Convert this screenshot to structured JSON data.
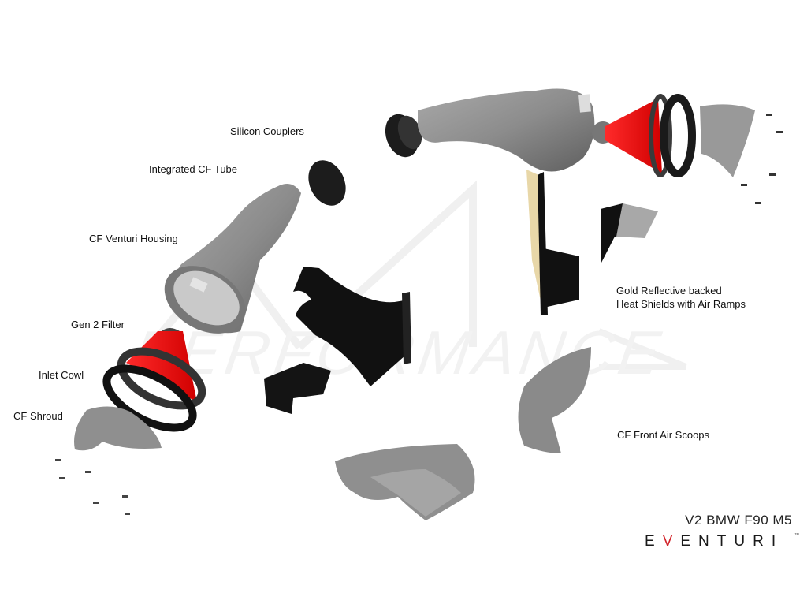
{
  "diagram": {
    "title": "V2 BMW F90 M5",
    "brand": {
      "prefix": "E",
      "accent_letter": "V",
      "suffix": "ENTURI",
      "trademark": "™",
      "accent_color": "#d2232a"
    },
    "watermark": {
      "text": "PERFORMANCE",
      "logo": "M-chevron-logo"
    },
    "labels": {
      "silicon_couplers": "Silicon Couplers",
      "integrated_cf_tube": "Integrated CF Tube",
      "cf_venturi_housing": "CF Venturi Housing",
      "gen2_filter": "Gen 2 Filter",
      "inlet_cowl": "Inlet Cowl",
      "cf_shroud": "CF Shroud",
      "heat_shields_line1": "Gold Reflective backed",
      "heat_shields_line2": "Heat Shields with Air Ramps",
      "cf_front_air_scoops": "CF Front Air Scoops"
    },
    "colors": {
      "filter_red": "#ff1a1a",
      "carbon_grey": "#8a8a8a",
      "rubber_black": "#1a1a1a",
      "gold_reflective": "#e8d7a8"
    }
  }
}
